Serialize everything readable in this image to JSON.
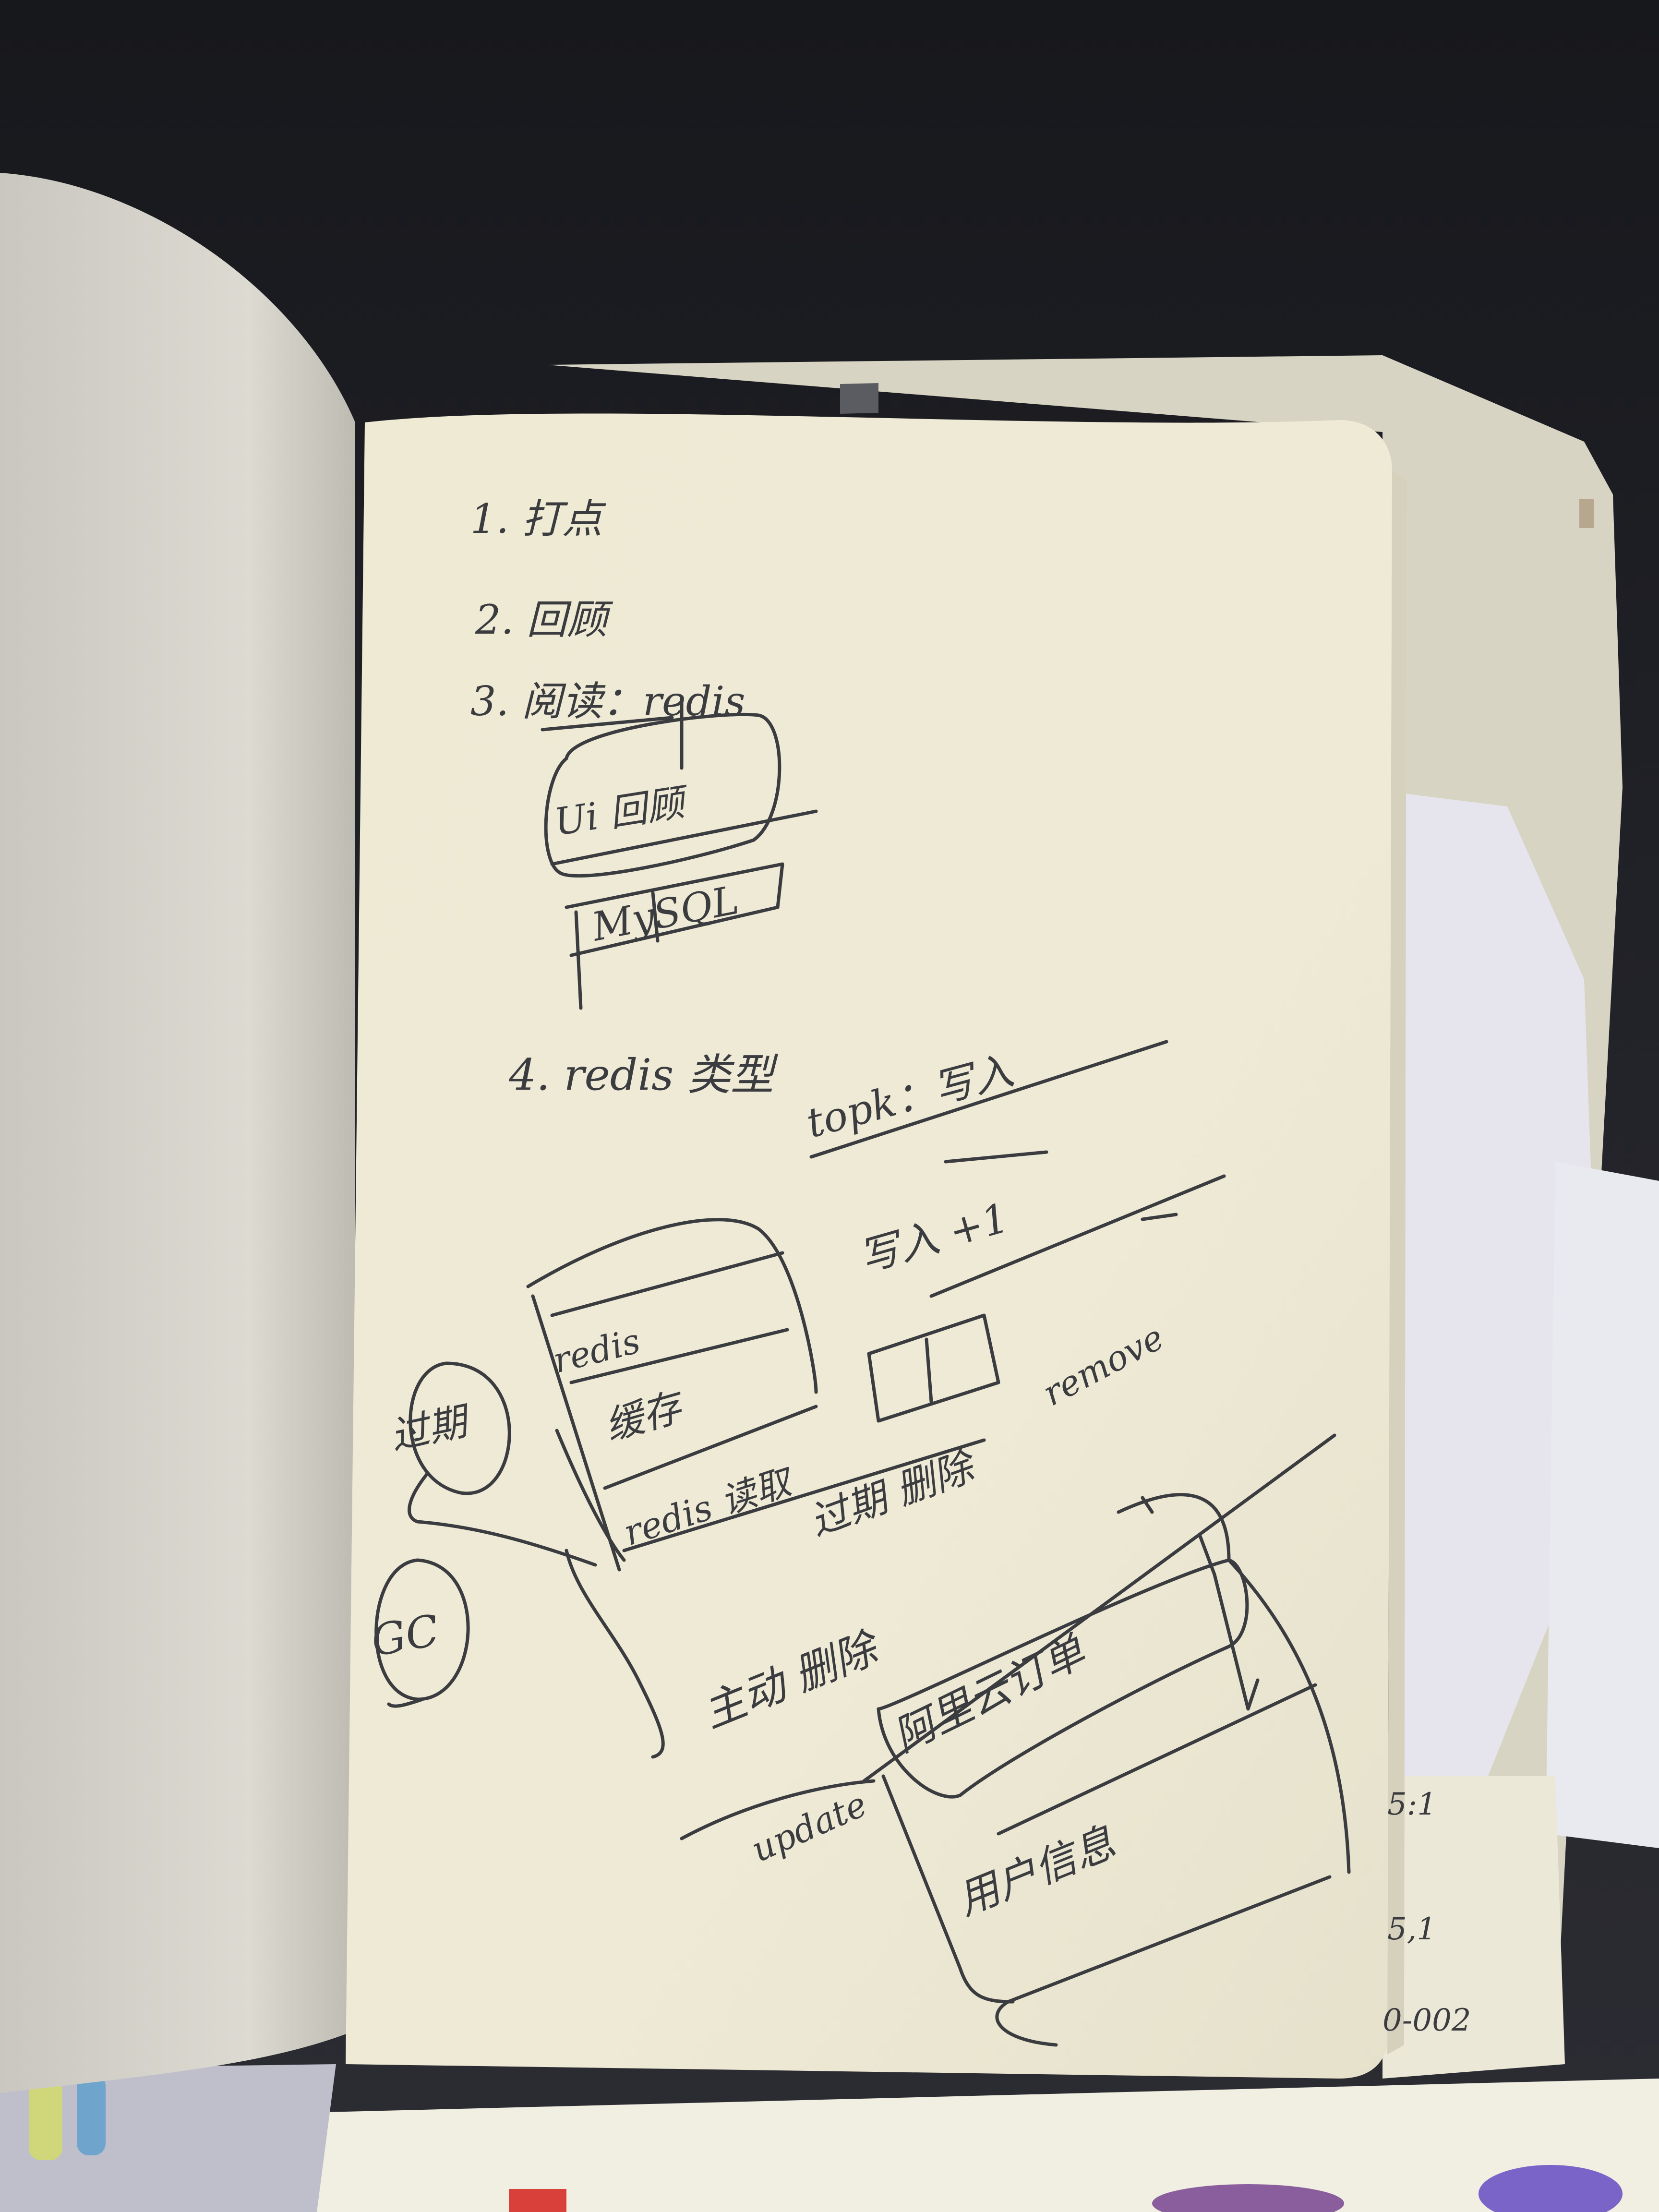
{
  "photo": {
    "subject": "handwritten-notebook-page",
    "colors": {
      "background": "#1d1e22",
      "page": "#eeead6",
      "left_page": "#d9d7ce",
      "ink": "#3b3c40",
      "sheet": "#f1eee2",
      "mask": "#e6e5ee"
    }
  },
  "notes": {
    "line_1": "1. 打点",
    "line_2": "2. 回顾",
    "line_3": "3. 阅读：redis",
    "box_top": "Ui 回顾",
    "box_mysql": "MySQL",
    "line_4": "4. redis 类型",
    "topk": "topk：写入",
    "plus_one": "写入 +1",
    "redis_box": "redis",
    "redis_sub": "缓存",
    "redis_read": "redis 读取",
    "remove": "remove",
    "expire": "过期 删除",
    "circle_a": "过期",
    "circle_b": "GC",
    "main": "主动 删除",
    "update": "update",
    "box2_a": "阿里云订单",
    "box2_b": "用户信息",
    "right_edge_1": "5:1",
    "right_edge_2": "5,1",
    "right_edge_3": "0-002"
  }
}
